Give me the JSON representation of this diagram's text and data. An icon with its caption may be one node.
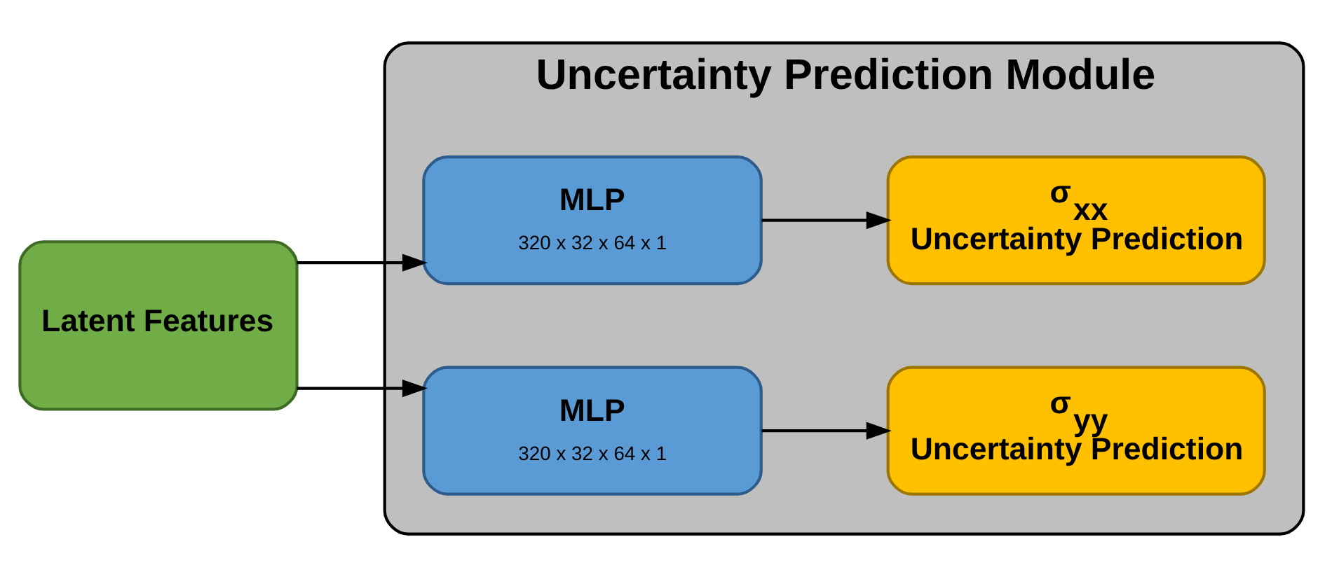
{
  "diagram": {
    "nodes": [
      {
        "text": [
          "Uncertainty Prediction Module"
        ]
      },
      {
        "text": [
          "Latent Features"
        ]
      },
      {
        "text": [
          "MLP",
          "320 x 32 x 64 x 1"
        ],
        "in": 0
      },
      {
        "text": [
          "MLP",
          "320 x 32 x 64 x 1"
        ],
        "in": 0
      },
      {
        "text": [
          "σ$_{xx}$",
          "Uncertainty Prediction"
        ],
        "in": 0
      },
      {
        "text": [
          "σ$_{yy}$",
          "Uncertainty Prediction"
        ],
        "in": 0
      }
    ],
    "edges": [
      {
        "from": 1,
        "to": 2,
        "arrow": "to"
      },
      {
        "from": 1,
        "to": 3,
        "arrow": "to"
      },
      {
        "from": 2,
        "to": 4,
        "arrow": "to"
      },
      {
        "from": 3,
        "to": 5,
        "arrow": "to"
      }
    ]
  }
}
